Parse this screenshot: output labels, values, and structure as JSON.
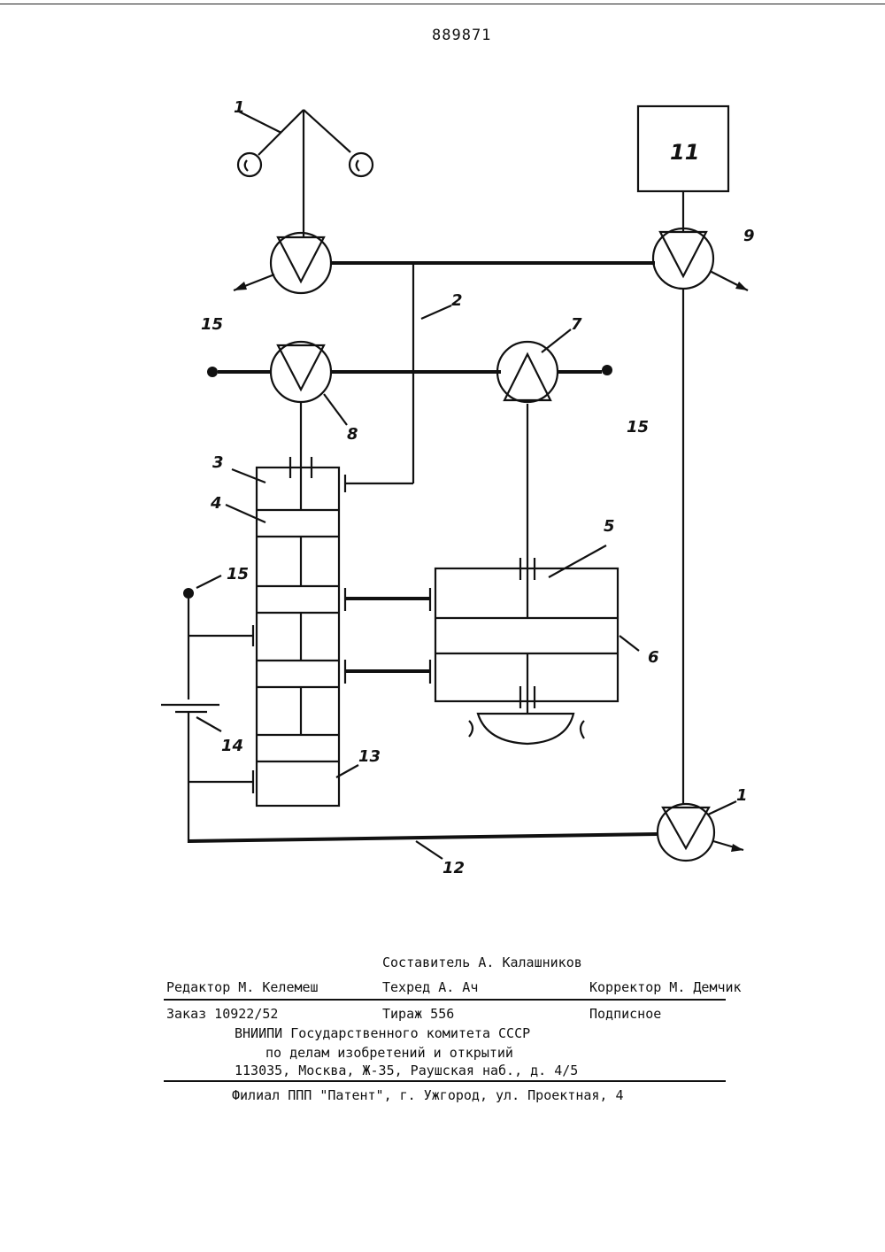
{
  "header": {
    "patent_number": "889871"
  },
  "diagram": {
    "labels": {
      "l1_top": "1",
      "l2": "2",
      "l3": "3",
      "l4": "4",
      "l5": "5",
      "l6": "6",
      "l7": "7",
      "l8": "8",
      "l9": "9",
      "l11": "11",
      "l12": "12",
      "l13": "13",
      "l14": "14",
      "l15_left": "15",
      "l15_right": "15",
      "l15_bottom": "15",
      "l1_bottom": "1"
    }
  },
  "footer": {
    "compiler": "Составитель А. Калашников",
    "editor": "Редактор М. Келемеш",
    "techred": "Техред  А. Ач",
    "corrector": "Корректор М. Демчик",
    "order": "Заказ 10922/52",
    "circulation": "Тираж 556",
    "subscription": "Подписное",
    "org_line1": "ВНИИПИ Государственного комитета СССР",
    "org_line2": "по делам изобретений и открытий",
    "org_line3": "113035, Москва, Ж-35, Раушская наб., д. 4/5",
    "branch": "Филиал ППП \"Патент\", г. Ужгород, ул. Проектная, 4"
  }
}
